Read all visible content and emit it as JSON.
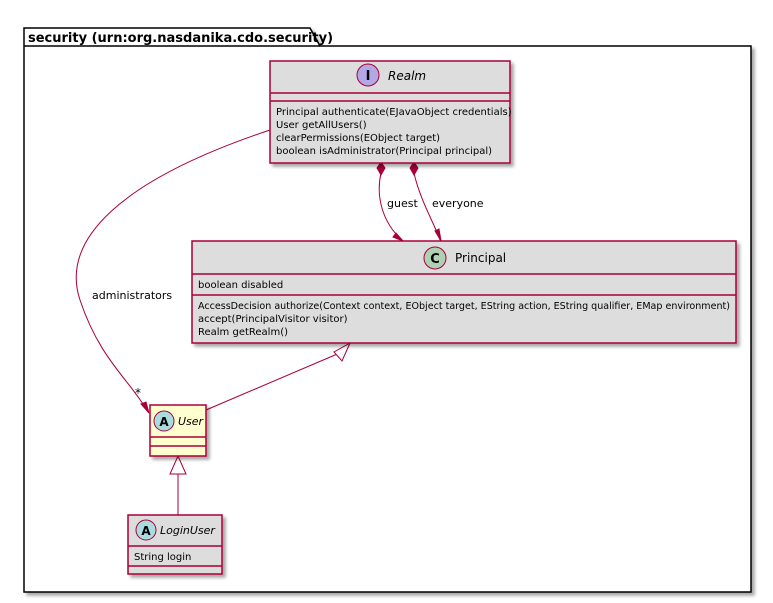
{
  "package": {
    "title": "security (urn:org.nasdanika.cdo.security)"
  },
  "classes": {
    "realm": {
      "stereotype_letter": "I",
      "name": "Realm",
      "members": [],
      "methods": [
        "Principal authenticate(EJavaObject credentials)",
        "User getAllUsers()",
        "clearPermissions(EObject target)",
        "boolean isAdministrator(Principal principal)"
      ]
    },
    "principal": {
      "stereotype_letter": "C",
      "name": "Principal",
      "members": [
        "boolean disabled"
      ],
      "methods": [
        "AccessDecision authorize(Context context, EObject target, EString action, EString qualifier, EMap environment)",
        "accept(PrincipalVisitor visitor)",
        "Realm getRealm()"
      ]
    },
    "user": {
      "stereotype_letter": "A",
      "name": "User",
      "members": [],
      "methods": []
    },
    "login_user": {
      "stereotype_letter": "A",
      "name": "LoginUser",
      "members": [
        "String login"
      ],
      "methods": []
    }
  },
  "relations": {
    "guest_label": "guest",
    "everyone_label": "everyone",
    "administrators_label": "administrators",
    "administrators_multiplicity": "*"
  },
  "colors": {
    "border": "#A80036",
    "class_fill": "#DDDDDD",
    "user_fill": "#FEFECE",
    "badge_interface": "#B4A7E5",
    "badge_class": "#ADD1B2",
    "badge_abstract": "#A9DCDF"
  }
}
